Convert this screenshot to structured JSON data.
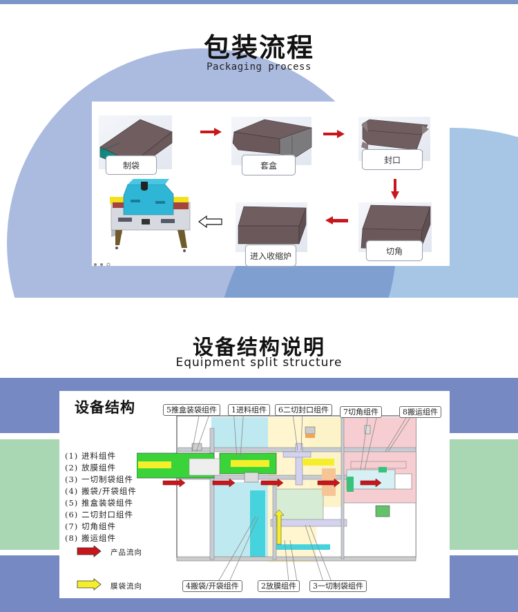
{
  "colors": {
    "top_bar": "#7d94c6",
    "circle_left": "#abbadf",
    "circle_right": "#a7c6e6",
    "circle_overlap": "#7f9fd1",
    "band_blue": "#7689c2",
    "band_green": "#a9d6b3",
    "arrow_red": "#c8161d",
    "arrow_yellow": "#f5ef2b",
    "box_brown": "#6e5c5f"
  },
  "section1": {
    "title": "包装流程",
    "subtitle": "Packaging process",
    "steps": [
      {
        "label": "制袋",
        "icon": "bag-making-icon"
      },
      {
        "label": "套盒",
        "icon": "box-sleeving-icon"
      },
      {
        "label": "封口",
        "icon": "sealing-icon"
      },
      {
        "label": "切角",
        "icon": "corner-cutting-icon"
      },
      {
        "label": "进入收缩炉",
        "icon": "shrink-tunnel-entry-icon"
      }
    ],
    "final_machine_icon": "shrink-tunnel-machine-icon"
  },
  "section2": {
    "title": "设备结构说明",
    "subtitle": "Equipment split structure",
    "panel_title": "设备结构",
    "legend": [
      "(1) 进料组件",
      "(2) 放膜组件",
      "(3) 一切制袋组件",
      "(4) 搬袋/开袋组件",
      "(5) 推盒装袋组件",
      "(6) 二切封口组件",
      "(7) 切角组件",
      "(8) 搬运组件"
    ],
    "flow_legend": [
      {
        "label": "产品流向",
        "icon": "red-arrow-icon"
      },
      {
        "label": "膜袋流向",
        "icon": "yellow-arrow-icon"
      }
    ],
    "callouts_top": [
      "5推盒装袋组件",
      "1进料组件",
      "6二切封口组件",
      "7切角组件",
      "8搬运组件"
    ],
    "callouts_bottom": [
      "4搬袋/开袋组件",
      "2放膜组件",
      "3一切制袋组件"
    ]
  }
}
